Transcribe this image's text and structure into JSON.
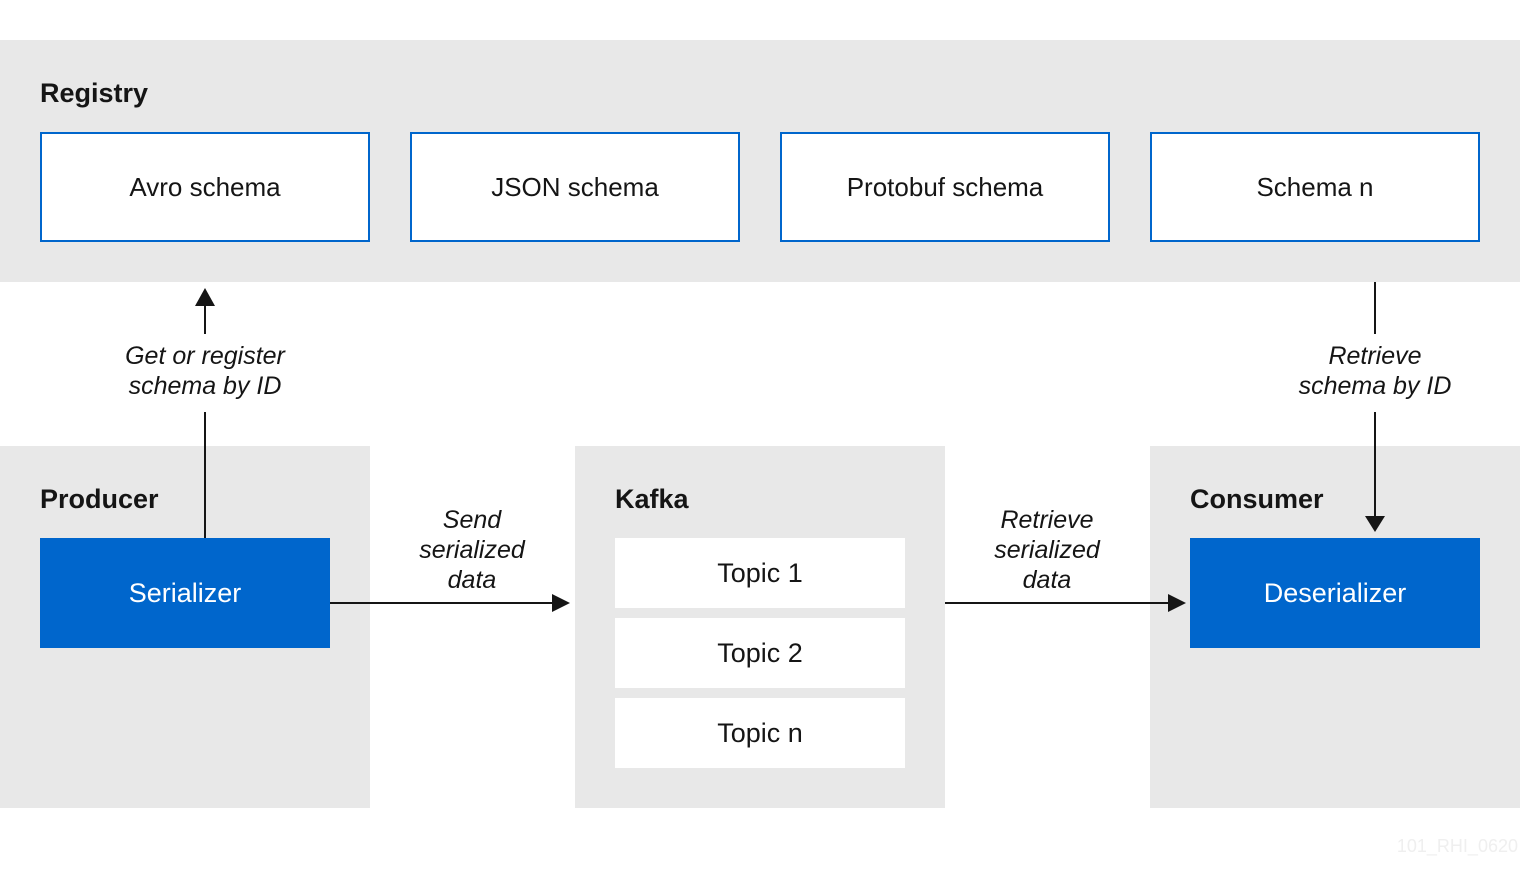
{
  "registry": {
    "title": "Registry",
    "schemas": [
      "Avro schema",
      "JSON schema",
      "Protobuf schema",
      "Schema n"
    ]
  },
  "producer": {
    "title": "Producer",
    "component": "Serializer"
  },
  "kafka": {
    "title": "Kafka",
    "topics": [
      "Topic 1",
      "Topic 2",
      "Topic n"
    ]
  },
  "consumer": {
    "title": "Consumer",
    "component": "Deserializer"
  },
  "flows": {
    "get_register": [
      "Get or register",
      "schema by ID"
    ],
    "retrieve_schema": [
      "Retrieve",
      "schema by ID"
    ],
    "send_data": [
      "Send",
      "serialized",
      "data"
    ],
    "retrieve_data": [
      "Retrieve",
      "serialized",
      "data"
    ]
  },
  "colors": {
    "panel_bg": "#e8e8e8",
    "accent_blue": "#0066cc",
    "line": "#151515"
  },
  "watermark": "101_RHI_0620"
}
